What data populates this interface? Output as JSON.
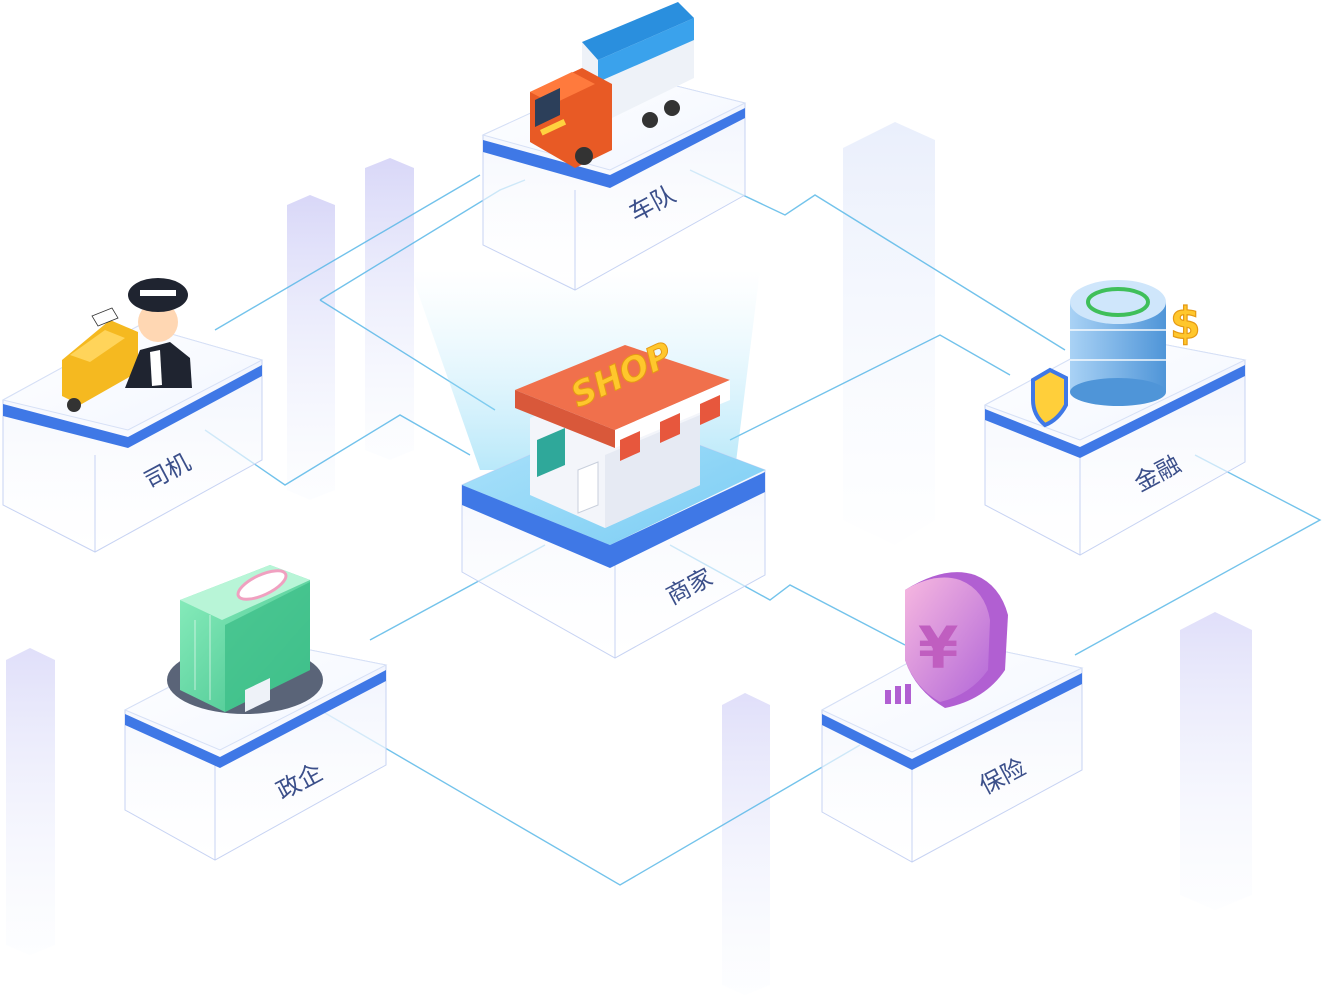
{
  "nodes": {
    "fleet": {
      "label": "车队"
    },
    "driver": {
      "label": "司机"
    },
    "merchant": {
      "label": "商家",
      "sign": "SHOP"
    },
    "finance": {
      "label": "金融"
    },
    "government": {
      "label": "政企"
    },
    "insurance": {
      "label": "保险"
    }
  },
  "glyphs": {
    "dollar": "$",
    "yuan": "¥"
  },
  "icons": {
    "fleet": "truck-icon",
    "driver": "taxi-driver-icon",
    "merchant": "shop-icon",
    "finance": "database-icon",
    "government": "office-building-icon",
    "insurance": "yuan-shield-icon"
  },
  "colors": {
    "platform_accent": "#3f78e6",
    "connector": "#5ab8e8",
    "label": "#3b4f8a"
  }
}
